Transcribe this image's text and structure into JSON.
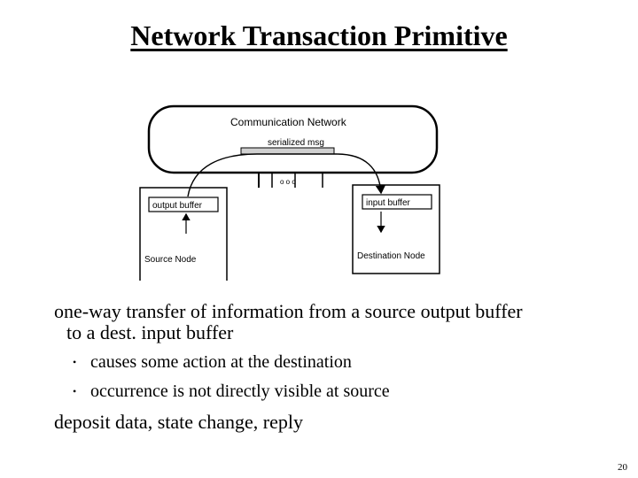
{
  "slide": {
    "title": "Network Transaction Primitive",
    "page_number": "20"
  },
  "figure": {
    "network_label": "Communication Network",
    "message_label": "serialized msg",
    "ellipsis": "o o o",
    "source_buffer_label": "output buffer",
    "source_node_label": "Source Node",
    "dest_buffer_label": "input buffer",
    "dest_node_label": "Destination Node"
  },
  "body": {
    "line1": "one-way transfer of information from a source output buffer",
    "line2": "to a dest. input buffer",
    "bullets": [
      "causes some action at the destination",
      "occurrence is not directly visible at source"
    ],
    "footer": "deposit data, state change, reply"
  }
}
